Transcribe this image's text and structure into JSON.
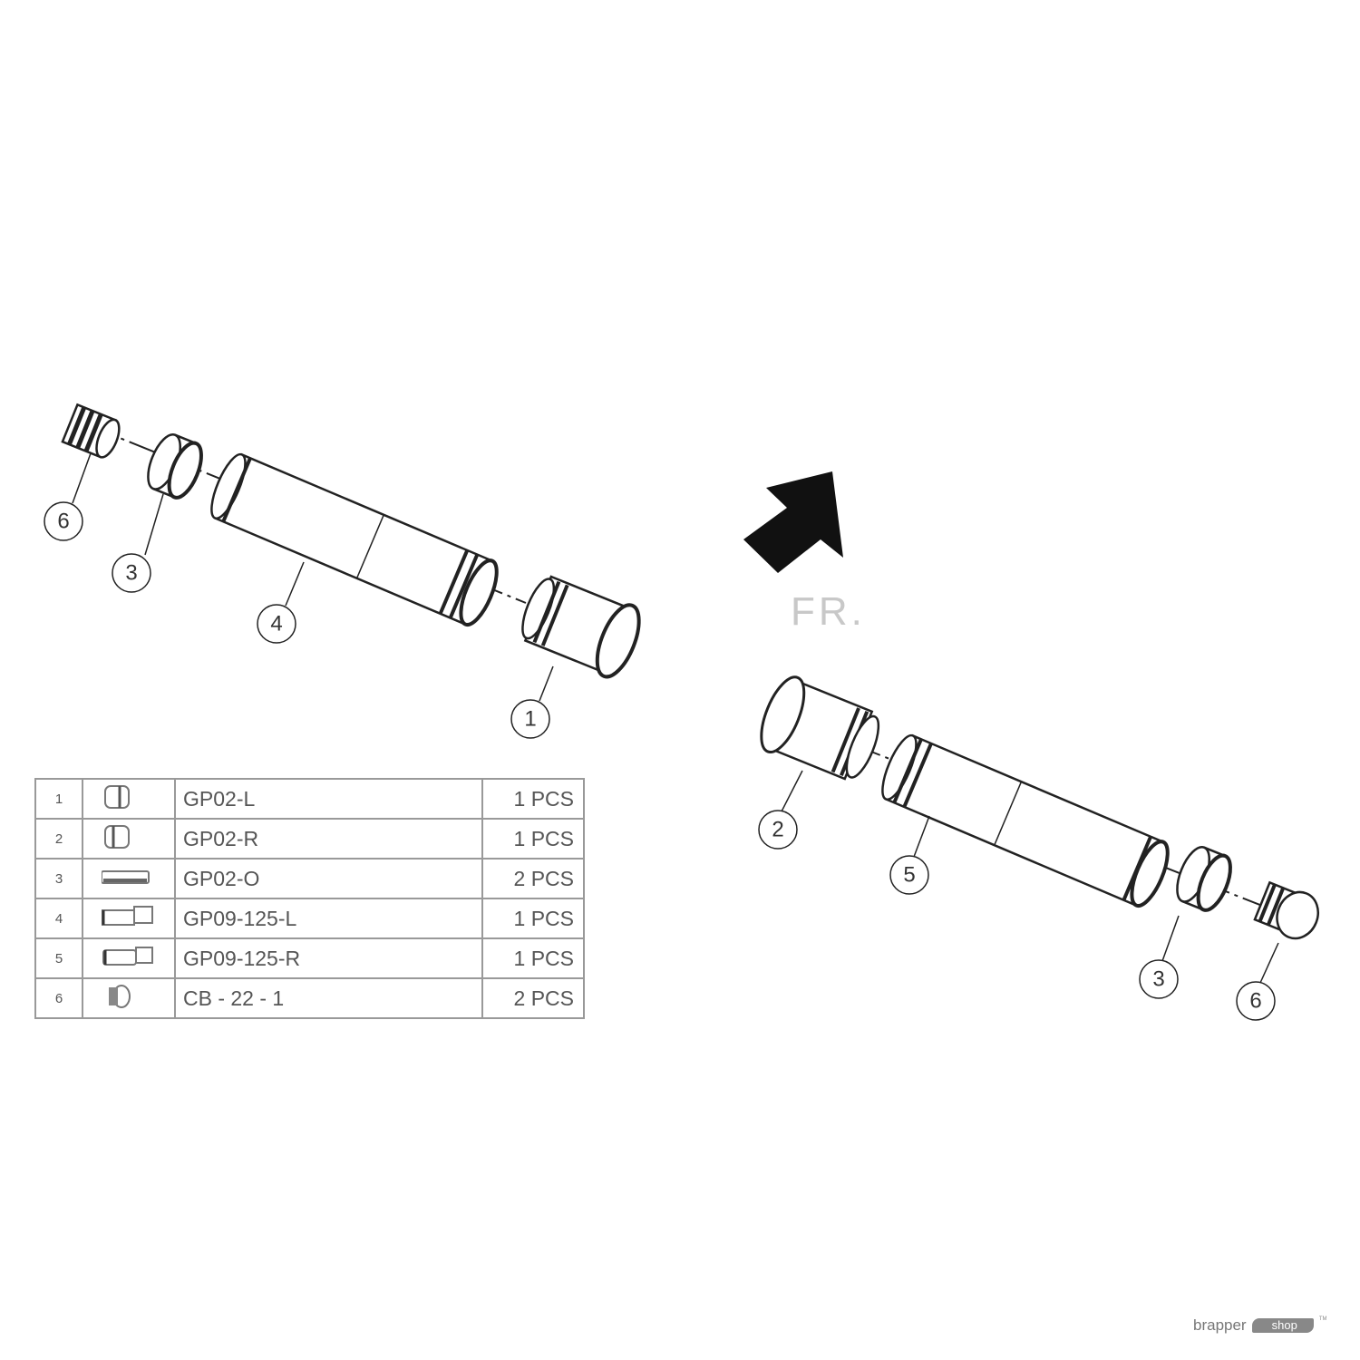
{
  "diagram": {
    "direction_label": "FR.",
    "left_assembly_callouts": [
      "6",
      "3",
      "4",
      "1"
    ],
    "right_assembly_callouts": [
      "2",
      "5",
      "3",
      "6"
    ]
  },
  "parts_table": {
    "rows": [
      {
        "no": "1",
        "icon": "end-cap-left-icon",
        "code": "GP02-L",
        "qty": "1 PCS"
      },
      {
        "no": "2",
        "icon": "end-cap-right-icon",
        "code": "GP02-R",
        "qty": "1 PCS"
      },
      {
        "no": "3",
        "icon": "ring-icon",
        "code": "GP02-O",
        "qty": "2 PCS"
      },
      {
        "no": "4",
        "icon": "tube-left-icon",
        "code": "GP09-125-L",
        "qty": "1 PCS"
      },
      {
        "no": "5",
        "icon": "tube-right-icon",
        "code": "GP09-125-R",
        "qty": "1 PCS"
      },
      {
        "no": "6",
        "icon": "plug-icon",
        "code": "CB - 22 - 1",
        "qty": "2 PCS"
      }
    ]
  },
  "logo": {
    "brand": "brapper",
    "tag": "shop",
    "tm": "TM"
  }
}
